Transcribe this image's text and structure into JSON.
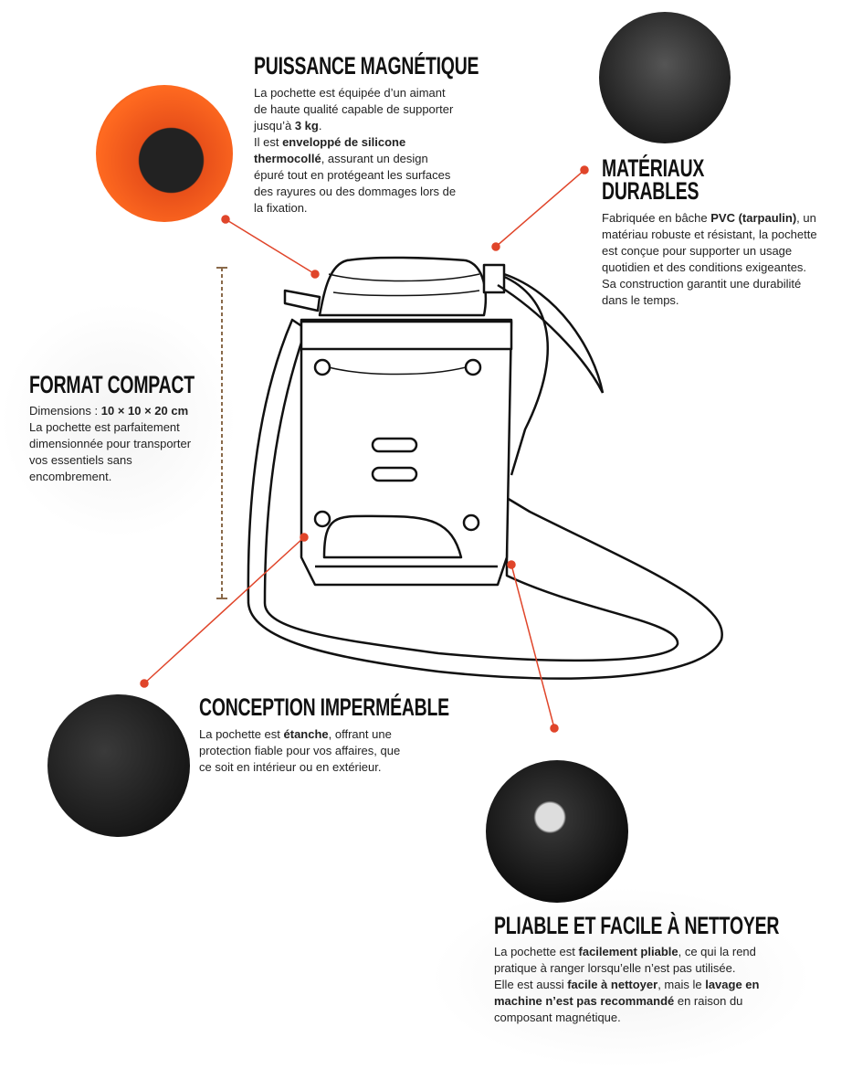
{
  "accent_color": "#e0452a",
  "sections": {
    "magnetic": {
      "title": "PUISSANCE MAGNÉTIQUE",
      "body": [
        {
          "t": "La pochette est équipée d’un aimant de haute qualité capable de supporter jusqu’à "
        },
        {
          "t": "3 kg",
          "b": true
        },
        {
          "t": "."
        },
        {
          "br": true
        },
        {
          "t": "Il est "
        },
        {
          "t": "enveloppé de silicone thermocollé",
          "b": true
        },
        {
          "t": ", assurant un design épuré tout en protégeant les surfaces des rayures ou des dommages lors de la fixation."
        }
      ]
    },
    "materials": {
      "title_line1": "MATÉRIAUX",
      "title_line2": "DURABLES",
      "body": [
        {
          "t": "Fabriquée en bâche "
        },
        {
          "t": "PVC (tarpaulin)",
          "b": true
        },
        {
          "t": ", un matériau robuste et résistant, la pochette est conçue pour supporter un usage quotidien et des conditions exigeantes."
        },
        {
          "br": true
        },
        {
          "t": "Sa construction garantit une durabilité dans le temps."
        }
      ]
    },
    "compact": {
      "title": "FORMAT COMPACT",
      "body": [
        {
          "t": "Dimensions : "
        },
        {
          "t": "10 × 10 × 20 cm",
          "b": true
        },
        {
          "br": true
        },
        {
          "t": "La pochette est parfaitement dimensionnée pour transporter vos essentiels sans encombrement."
        }
      ]
    },
    "waterproof": {
      "title": "CONCEPTION IMPERMÉABLE",
      "body": [
        {
          "t": "La pochette est "
        },
        {
          "t": "étanche",
          "b": true
        },
        {
          "t": ", offrant une protection fiable pour vos affaires, que ce soit en intérieur ou en extérieur."
        }
      ]
    },
    "foldable": {
      "title": "PLIABLE ET FACILE À NETTOYER",
      "body": [
        {
          "t": "La pochette est "
        },
        {
          "t": "facilement pliable",
          "b": true
        },
        {
          "t": ", ce qui la rend pratique à ranger lorsqu’elle n’est pas utilisée."
        },
        {
          "br": true
        },
        {
          "t": " Elle est aussi "
        },
        {
          "t": "facile à nettoyer",
          "b": true
        },
        {
          "t": ", mais le "
        },
        {
          "t": "lavage en machine n’est pas recommandé",
          "b": true
        },
        {
          "t": " en raison du composant magnétique."
        }
      ]
    }
  }
}
